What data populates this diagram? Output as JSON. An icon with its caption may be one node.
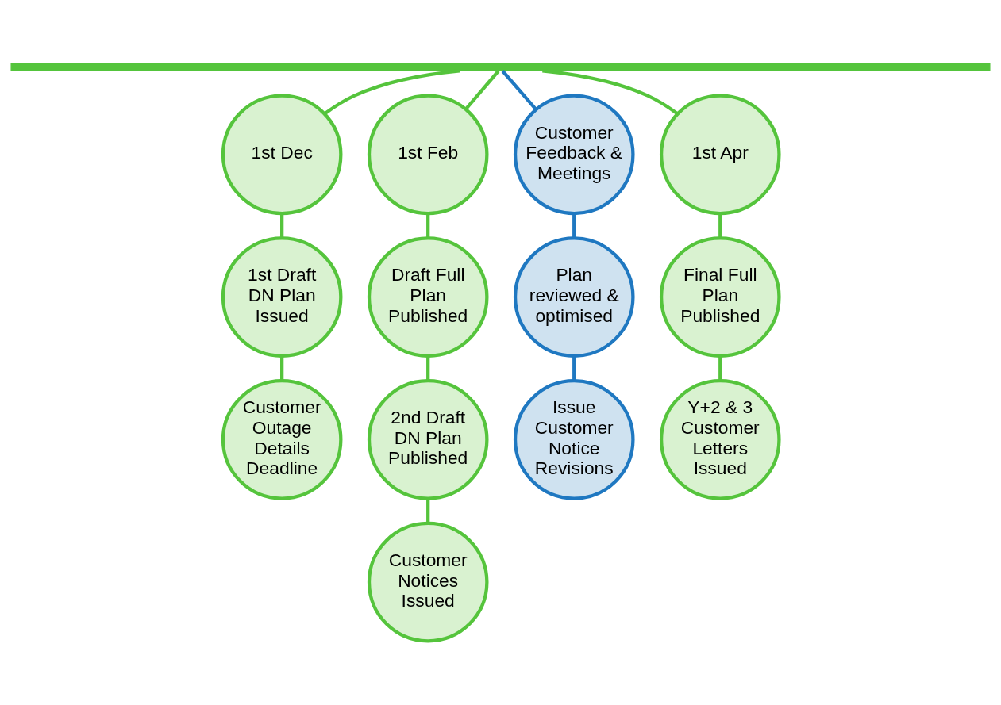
{
  "diagram": {
    "nodes": [
      {
        "text": [],
        "shape": "bar"
      },
      {
        "text": [
          "1st Dec"
        ]
      },
      {
        "text": [
          "1st Draft DN Plan Issued"
        ]
      },
      {
        "text": [
          "Customer Outage Details Deadline"
        ]
      },
      {
        "text": [
          "1st Feb"
        ]
      },
      {
        "text": [
          "Draft Full Plan Published"
        ]
      },
      {
        "text": [
          "2nd Draft DN Plan Published"
        ]
      },
      {
        "text": [
          "Customer Notices Issued"
        ]
      },
      {
        "text": [
          "Customer Feedback & Meetings"
        ]
      },
      {
        "text": [
          "Plan reviewed & optimised"
        ]
      },
      {
        "text": [
          "Issue Customer Notice Revisions"
        ]
      },
      {
        "text": [
          "1st Apr"
        ]
      },
      {
        "text": [
          "Final Full Plan Published"
        ]
      },
      {
        "text": [
          "Y+2 & 3 Customer Letters Issued"
        ]
      }
    ],
    "edges": [
      {
        "from": 0,
        "to": 1,
        "arrow": "none"
      },
      {
        "from": 1,
        "to": 2,
        "arrow": "none"
      },
      {
        "from": 2,
        "to": 3,
        "arrow": "none"
      },
      {
        "from": 0,
        "to": 4,
        "arrow": "none"
      },
      {
        "from": 4,
        "to": 5,
        "arrow": "none"
      },
      {
        "from": 5,
        "to": 6,
        "arrow": "none"
      },
      {
        "from": 6,
        "to": 7,
        "arrow": "none"
      },
      {
        "from": 0,
        "to": 8,
        "arrow": "none",
        "color": "#1f78c1"
      },
      {
        "from": 8,
        "to": 9,
        "arrow": "none",
        "color": "#1f78c1"
      },
      {
        "from": 9,
        "to": 10,
        "arrow": "none",
        "color": "#1f78c1"
      },
      {
        "from": 0,
        "to": 11,
        "arrow": "none"
      },
      {
        "from": 11,
        "to": 12,
        "arrow": "none"
      },
      {
        "from": 12,
        "to": 13,
        "arrow": "none"
      }
    ]
  }
}
